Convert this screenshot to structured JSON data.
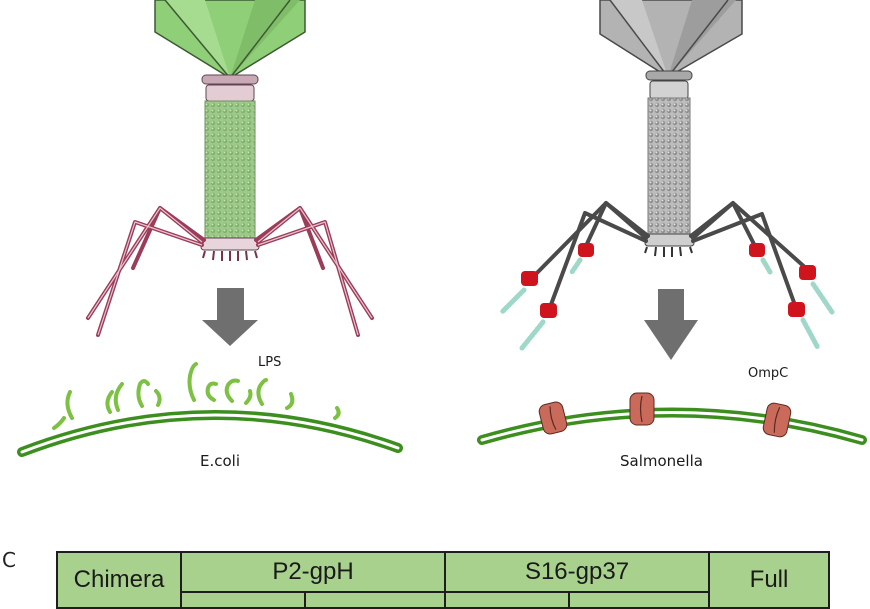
{
  "panel_label": "C",
  "left_panel": {
    "phage_color": "green",
    "receptor_label": "LPS",
    "host_label": "E.coli"
  },
  "right_panel": {
    "phage_color": "gray",
    "receptor_label": "OmpC",
    "host_label": "Salmonella"
  },
  "colors": {
    "green_head": "#8fcf78",
    "gray_head": "#a9a9a9",
    "leg_red": "#9b3c58",
    "leg_gray": "#4a4a4a",
    "arrow": "#6f6f6f",
    "membrane": "#3c8f1e",
    "lps": "#7cc142",
    "ompc": "#c96a5a",
    "rbp_red": "#d0141e",
    "table_fill": "#a9d18e"
  },
  "table": {
    "headers": [
      "Chimera",
      "P2-gpH",
      "S16-gp37",
      "Full"
    ]
  }
}
